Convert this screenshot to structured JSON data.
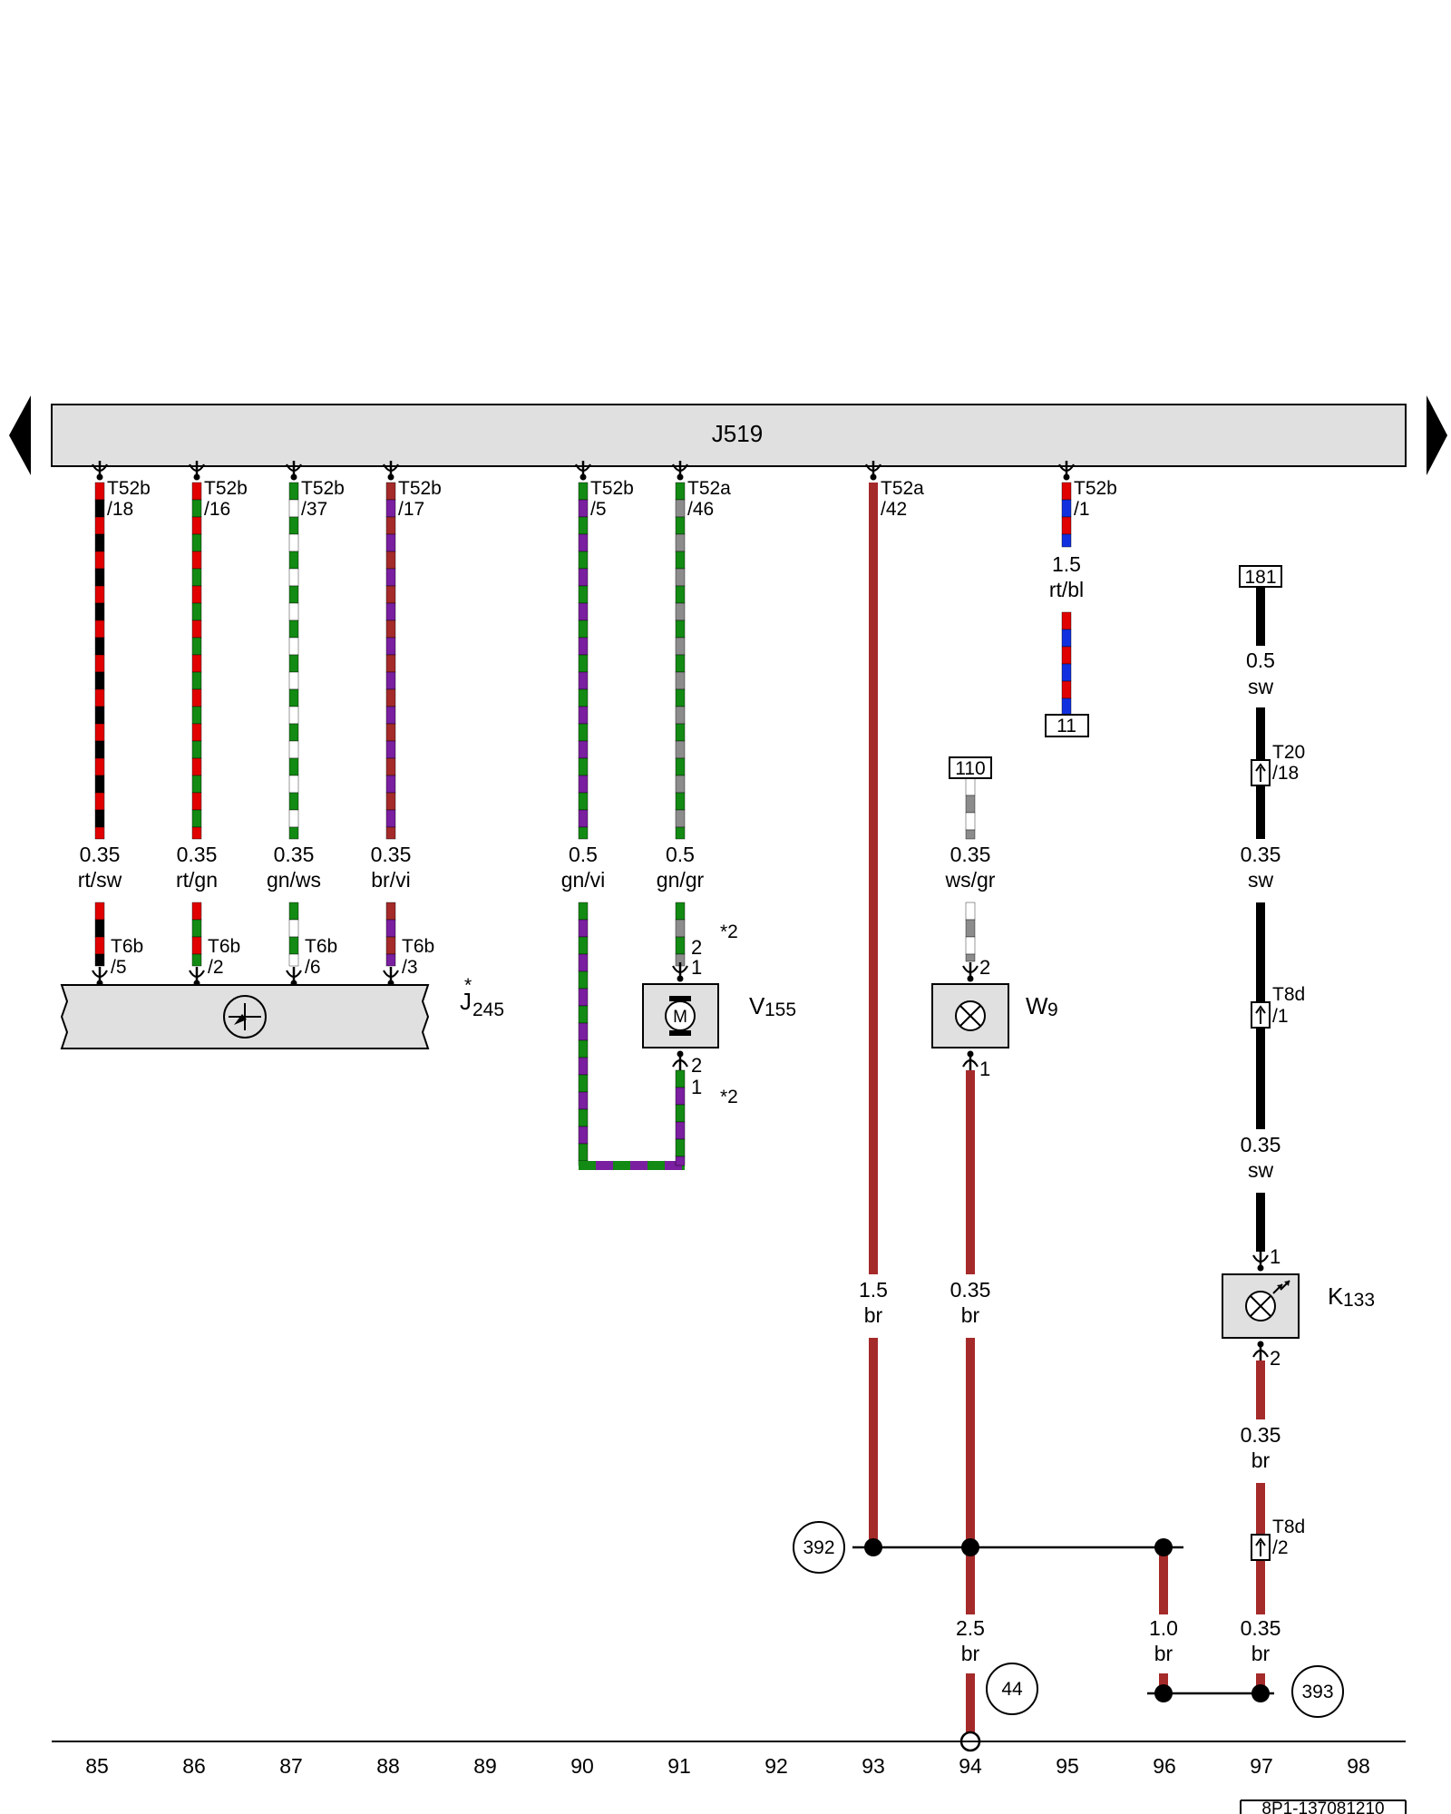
{
  "control_unit": {
    "name": "J519"
  },
  "wires": [
    {
      "connector": "T52b",
      "pin": "/18",
      "size": "0.35",
      "color_code": "rt/sw",
      "lower_connector": "T6b",
      "lower_pin": "/5",
      "colors": [
        "#e00000",
        "#000000"
      ]
    },
    {
      "connector": "T52b",
      "pin": "/16",
      "size": "0.35",
      "color_code": "rt/gn",
      "lower_connector": "T6b",
      "lower_pin": "/2",
      "colors": [
        "#e00000",
        "#138a13"
      ]
    },
    {
      "connector": "T52b",
      "pin": "/37",
      "size": "0.35",
      "color_code": "gn/ws",
      "lower_connector": "T6b",
      "lower_pin": "/6",
      "colors": [
        "#138a13",
        "#ffffff"
      ]
    },
    {
      "connector": "T52b",
      "pin": "/17",
      "size": "0.35",
      "color_code": "br/vi",
      "lower_connector": "T6b",
      "lower_pin": "/3",
      "colors": [
        "#a52a2a",
        "#7a1fa0"
      ]
    },
    {
      "connector": "T52b",
      "pin": "/5",
      "size": "0.5",
      "color_code": "gn/vi",
      "colors": [
        "#138a13",
        "#7a1fa0"
      ]
    },
    {
      "connector": "T52a",
      "pin": "/46",
      "size": "0.5",
      "color_code": "gn/gr",
      "colors": [
        "#138a13",
        "#8c8c8c"
      ]
    },
    {
      "connector": "T52a",
      "pin": "/42",
      "size": "1.5",
      "color_code": "br",
      "colors": [
        "#a52a2a"
      ]
    },
    {
      "connector": "T52b",
      "pin": "/1",
      "size": "1.5",
      "color_code": "rt/bl",
      "colors": [
        "#e00000",
        "#1030e0"
      ]
    }
  ],
  "j245": {
    "prefix": "J",
    "index": "245",
    "asterisk": "*"
  },
  "v155": {
    "prefix": "V",
    "index": "155",
    "motor": "M",
    "pin_top_a": "2",
    "pin_top_b": "1",
    "pin_bot_a": "2",
    "pin_bot_b": "1",
    "note_top": "*2",
    "note_bot": "*2"
  },
  "w9": {
    "prefix": "W",
    "index": "9",
    "ref": "110",
    "upper_size": "0.35",
    "upper_color": "ws/gr",
    "pin_top": "2",
    "pin_bot": "1",
    "lower_size": "0.35",
    "lower_color": "br"
  },
  "rtbl_ref": "11",
  "k133_branch": {
    "ref": "181",
    "seg1_size": "0.5",
    "seg1_color": "sw",
    "t20": "T20",
    "t20_pin": "/18",
    "seg2_size": "0.35",
    "seg2_color": "sw",
    "t8d_a": "T8d",
    "t8d_a_pin": "/1",
    "seg3_size": "0.35",
    "seg3_color": "sw",
    "k133_prefix": "K",
    "k133_index": "133",
    "k133_pin_top": "1",
    "k133_pin_bot": "2",
    "seg4_size": "0.35",
    "seg4_color": "br",
    "t8d_b": "T8d",
    "t8d_b_pin": "/2",
    "seg5_size": "0.35",
    "seg5_color": "br"
  },
  "ground": {
    "w93_size": "1.5",
    "w93_color": "br",
    "splice_392": "392",
    "w94_size": "2.5",
    "w94_color": "br",
    "ref_44": "44",
    "w96_size": "1.0",
    "w96_color": "br",
    "splice_393": "393"
  },
  "colors": {
    "brown": "#a52a2a",
    "black": "#000000",
    "box_fill": "#e0e0e0"
  },
  "bottom_scale": [
    "85",
    "86",
    "87",
    "88",
    "89",
    "90",
    "91",
    "92",
    "93",
    "94",
    "95",
    "96",
    "97",
    "98"
  ],
  "footer_code": "8P1-137081210"
}
